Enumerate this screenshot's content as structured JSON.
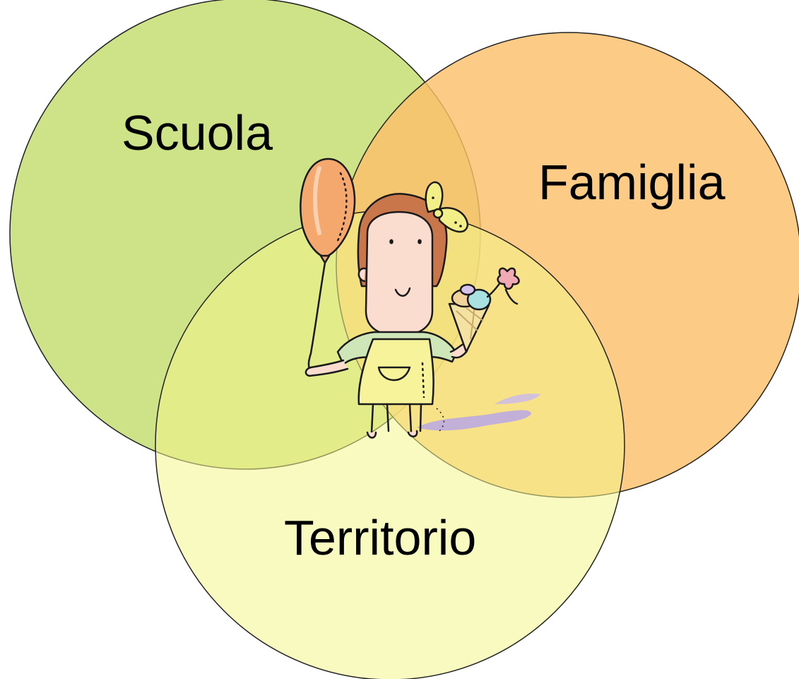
{
  "diagram": {
    "type": "venn",
    "sets": [
      {
        "id": "scuola",
        "label": "Scuola",
        "color": "#c9e07a"
      },
      {
        "id": "famiglia",
        "label": "Famiglia",
        "color": "#fbbf6a"
      },
      {
        "id": "territorio",
        "label": "Territorio",
        "color": "#f2f58a"
      }
    ],
    "center_illustration": "child-with-balloon-and-ice-cream"
  }
}
